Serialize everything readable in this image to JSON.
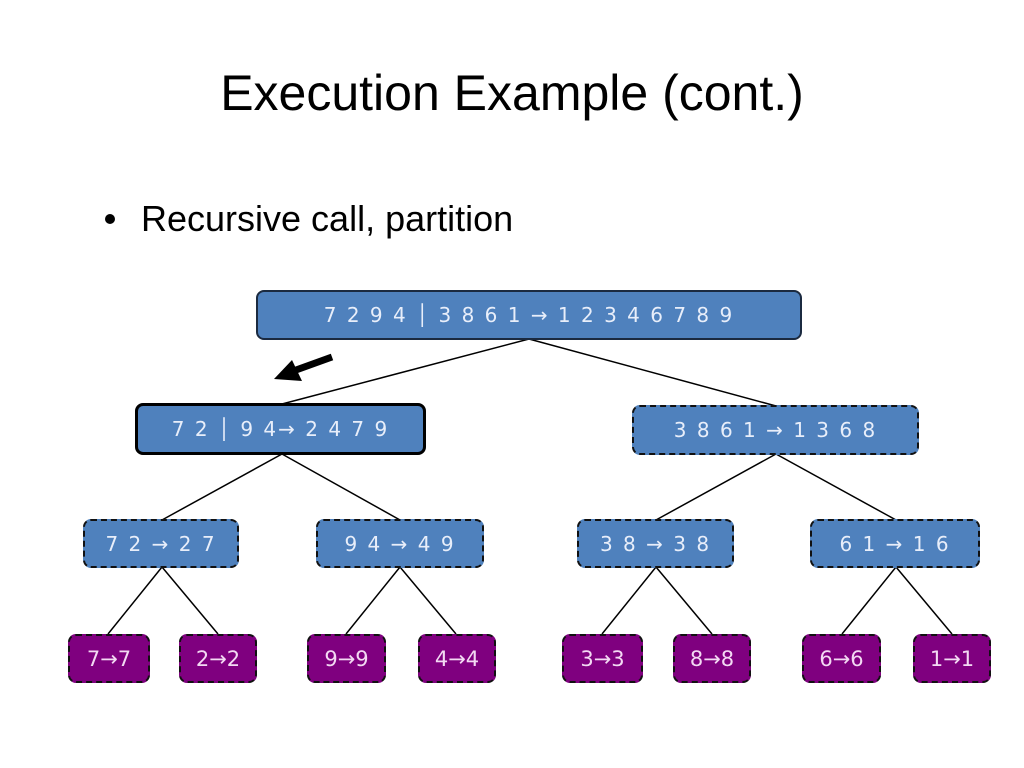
{
  "slide": {
    "title": "Execution Example (cont.)",
    "bullet": "Recursive call, partition"
  },
  "colors": {
    "internal_node": "#4f81bd",
    "leaf_node": "#7f007f",
    "arrow": "#000000"
  },
  "tree": {
    "root": {
      "label": "7 2 9 4 │ 3 8 6 1 → 1 2 3 4 6 7 8 9",
      "border": "solid"
    },
    "level1": [
      {
        "label": "7 2 │ 9 4→ 2 4 7 9",
        "border": "solid-thick",
        "active": true
      },
      {
        "label": "3 8 6 1 → 1 3 6 8",
        "border": "dashed"
      }
    ],
    "level2": [
      {
        "label": "7 2 → 2 7",
        "border": "dashed"
      },
      {
        "label": "9 4 → 4 9",
        "border": "dashed"
      },
      {
        "label": "3 8 → 3 8",
        "border": "dashed"
      },
      {
        "label": "6 1 → 1 6",
        "border": "dashed"
      }
    ],
    "leaves": [
      {
        "label": "7→7"
      },
      {
        "label": "2→2"
      },
      {
        "label": "9→9"
      },
      {
        "label": "4→4"
      },
      {
        "label": "3→3"
      },
      {
        "label": "8→8"
      },
      {
        "label": "6→6"
      },
      {
        "label": "1→1"
      }
    ]
  },
  "pointer": {
    "icon": "arrow-left-icon",
    "meaning": "current recursive call"
  }
}
